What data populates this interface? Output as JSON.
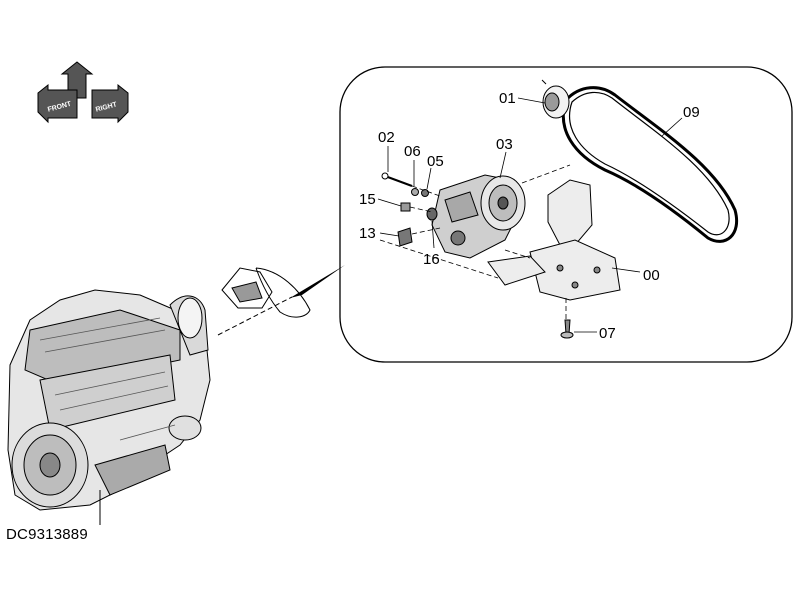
{
  "diagram": {
    "drawing_number": "DC9313889",
    "orientation_labels": {
      "front": "FRONT",
      "right": "RIGHT"
    },
    "callouts": {
      "c00": "00",
      "c01": "01",
      "c02": "02",
      "c03": "03",
      "c05": "05",
      "c06": "06",
      "c07": "07",
      "c09": "09",
      "c13": "13",
      "c15": "15",
      "c16": "16"
    }
  }
}
